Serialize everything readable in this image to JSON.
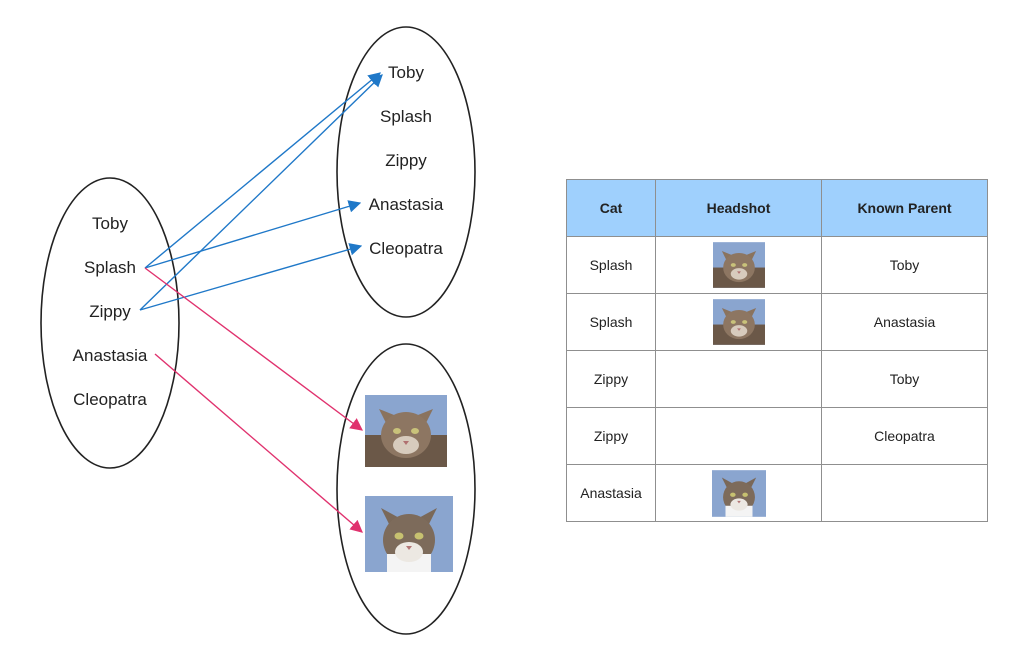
{
  "colors": {
    "header_bg": "#9fd0fd",
    "blue_arrow": "#1f78c8",
    "pink_arrow": "#e0326e",
    "photo_bg": "#8aa5cf",
    "fur": "#7b6450"
  },
  "left_set": {
    "items": [
      "Toby",
      "Splash",
      "Zippy",
      "Anastasia",
      "Cleopatra"
    ]
  },
  "right_top_set": {
    "items": [
      "Toby",
      "Splash",
      "Zippy",
      "Anastasia",
      "Cleopatra"
    ]
  },
  "right_bottom_set": {
    "items": [
      "cat-photo-1",
      "cat-photo-2"
    ]
  },
  "mappings": [
    {
      "from": "Splash",
      "to": "Toby",
      "color": "blue"
    },
    {
      "from": "Splash",
      "to": "Anastasia",
      "color": "blue"
    },
    {
      "from": "Zippy",
      "to": "Toby",
      "color": "blue"
    },
    {
      "from": "Zippy",
      "to": "Cleopatra",
      "color": "blue"
    },
    {
      "from": "Splash",
      "to": "cat-photo-1",
      "color": "pink"
    },
    {
      "from": "Anastasia",
      "to": "cat-photo-2",
      "color": "pink"
    }
  ],
  "table": {
    "headers": [
      "Cat",
      "Headshot",
      "Known Parent"
    ],
    "rows": [
      {
        "cat": "Splash",
        "headshot": "cat-photo-1",
        "parent": "Toby"
      },
      {
        "cat": "Splash",
        "headshot": "cat-photo-1",
        "parent": "Anastasia"
      },
      {
        "cat": "Zippy",
        "headshot": "",
        "parent": "Toby"
      },
      {
        "cat": "Zippy",
        "headshot": "",
        "parent": "Cleopatra"
      },
      {
        "cat": "Anastasia",
        "headshot": "cat-photo-2",
        "parent": ""
      }
    ]
  }
}
